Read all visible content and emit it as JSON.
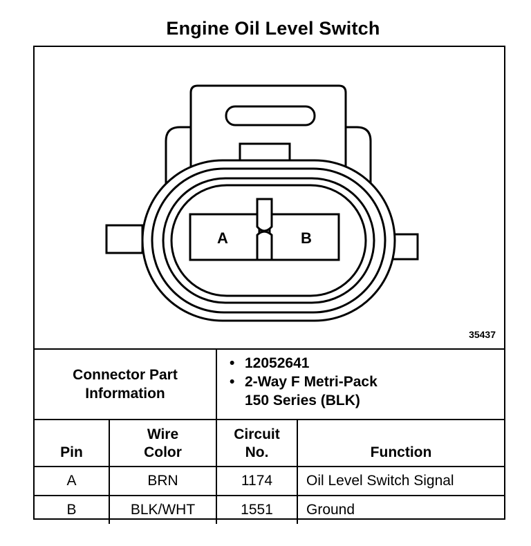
{
  "title": "Engine Oil Level Switch",
  "figure_number": "35437",
  "connector": {
    "label_line1": "Connector Part",
    "label_line2": "Information",
    "part_number": "12052641",
    "description_line1": "2-Way F Metri-Pack",
    "description_line2": "150 Series (BLK)"
  },
  "cavity_labels": [
    "A",
    "B"
  ],
  "headers": {
    "pin": "Pin",
    "wire_color_line1": "Wire",
    "wire_color_line2": "Color",
    "circuit_line1": "Circuit",
    "circuit_line2": "No.",
    "function": "Function"
  },
  "rows": [
    {
      "pin": "A",
      "wire_color": "BRN",
      "circuit": "1174",
      "function": "Oil Level Switch Signal"
    },
    {
      "pin": "B",
      "wire_color": "BLK/WHT",
      "circuit": "1551",
      "function": "Ground"
    }
  ]
}
